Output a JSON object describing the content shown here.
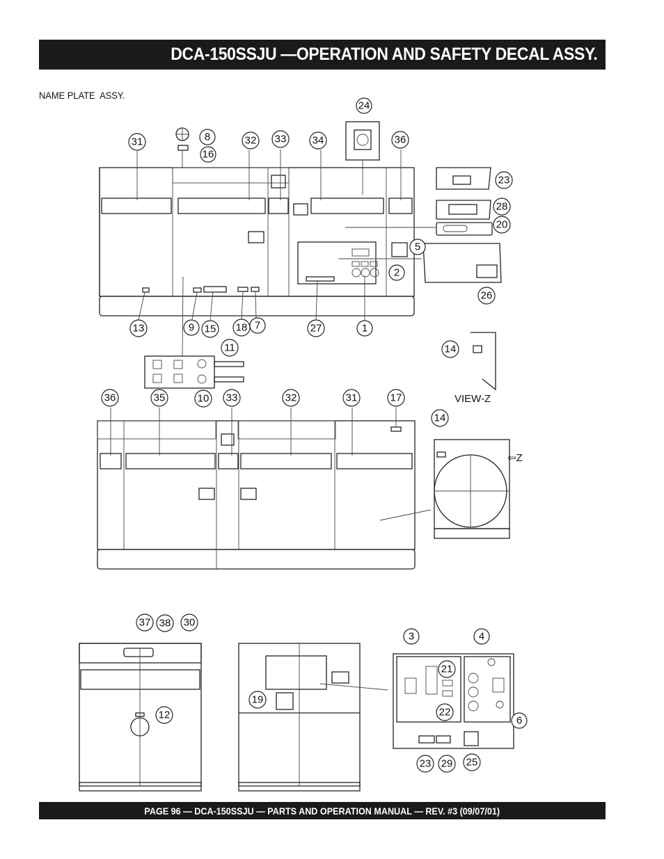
{
  "header": {
    "title": "DCA-150SSJU —OPERATION AND SAFETY DECAL ASSY."
  },
  "subheading": "NAME PLATE  ASSY.",
  "footer": {
    "text": "PAGE 96 — DCA-150SSJU — PARTS AND OPERATION MANUAL — REV. #3 (09/07/01)"
  },
  "view_labels": {
    "view_z": "VIEW-Z",
    "z_arrow": "⇦Z"
  },
  "callouts": [
    "24",
    "31",
    "8",
    "16",
    "32",
    "33",
    "34",
    "36",
    "23",
    "28",
    "20",
    "5",
    "2",
    "26",
    "13",
    "9",
    "15",
    "18",
    "7",
    "27",
    "1",
    "11",
    "10",
    "14",
    "36",
    "35",
    "33",
    "32",
    "31",
    "17",
    "14",
    "37",
    "38",
    "30",
    "12",
    "19",
    "3",
    "4",
    "21",
    "22",
    "6",
    "23",
    "29",
    "25"
  ]
}
